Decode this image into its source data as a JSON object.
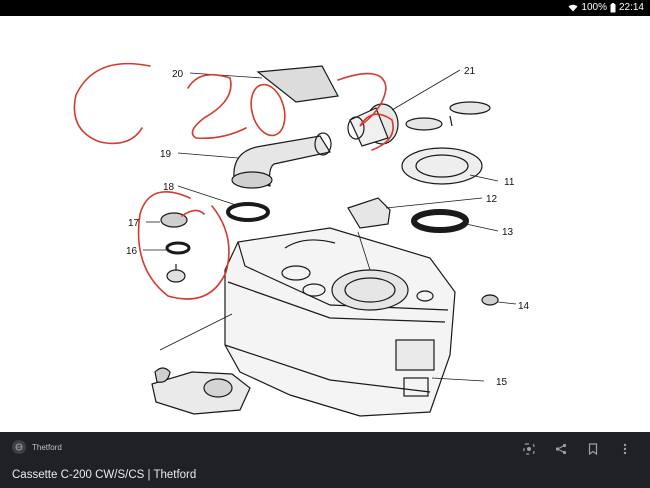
{
  "status_bar": {
    "battery": "100%",
    "time": "22:14",
    "wifi_icon": "wifi-icon",
    "battery_icon": "battery-icon"
  },
  "diagram": {
    "part_labels": [
      "20",
      "21",
      "19",
      "18",
      "11",
      "12",
      "17",
      "13",
      "16",
      "14",
      "15"
    ],
    "handwritten_note": "C200"
  },
  "bottom_bar": {
    "source_name": "Thetford",
    "actions": [
      "lens-icon",
      "share-icon",
      "save-icon",
      "more-icon"
    ]
  },
  "caption": "Cassette C-200 CW/S/CS | Thetford"
}
